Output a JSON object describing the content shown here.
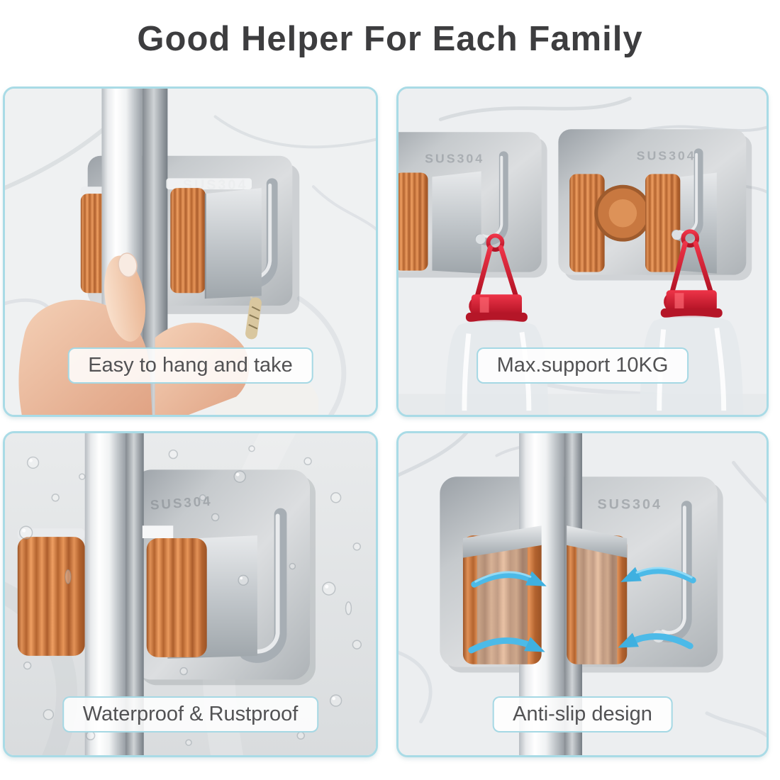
{
  "title": "Good Helper For Each Family",
  "panels": {
    "easy_hang": {
      "caption": "Easy to hang and take",
      "engraving": "SUS304"
    },
    "max_support": {
      "caption": "Max.support 10KG",
      "engraving_left": "SUS304",
      "engraving_right": "SUS304"
    },
    "waterproof": {
      "caption": "Waterproof & Rustproof",
      "engraving": "SUS304"
    },
    "anti_slip": {
      "caption": "Anti-slip design",
      "engraving": "SUS304"
    }
  },
  "colors": {
    "panel_border": "#a9dbe6",
    "title_text": "#3d3d3f",
    "caption_text": "#525254",
    "roller_copper": "#cc7a44",
    "bottle_hanger_red": "#cf2136",
    "rotation_arrow_blue": "#45b4e2",
    "steel_plate": "#b9bec4"
  }
}
